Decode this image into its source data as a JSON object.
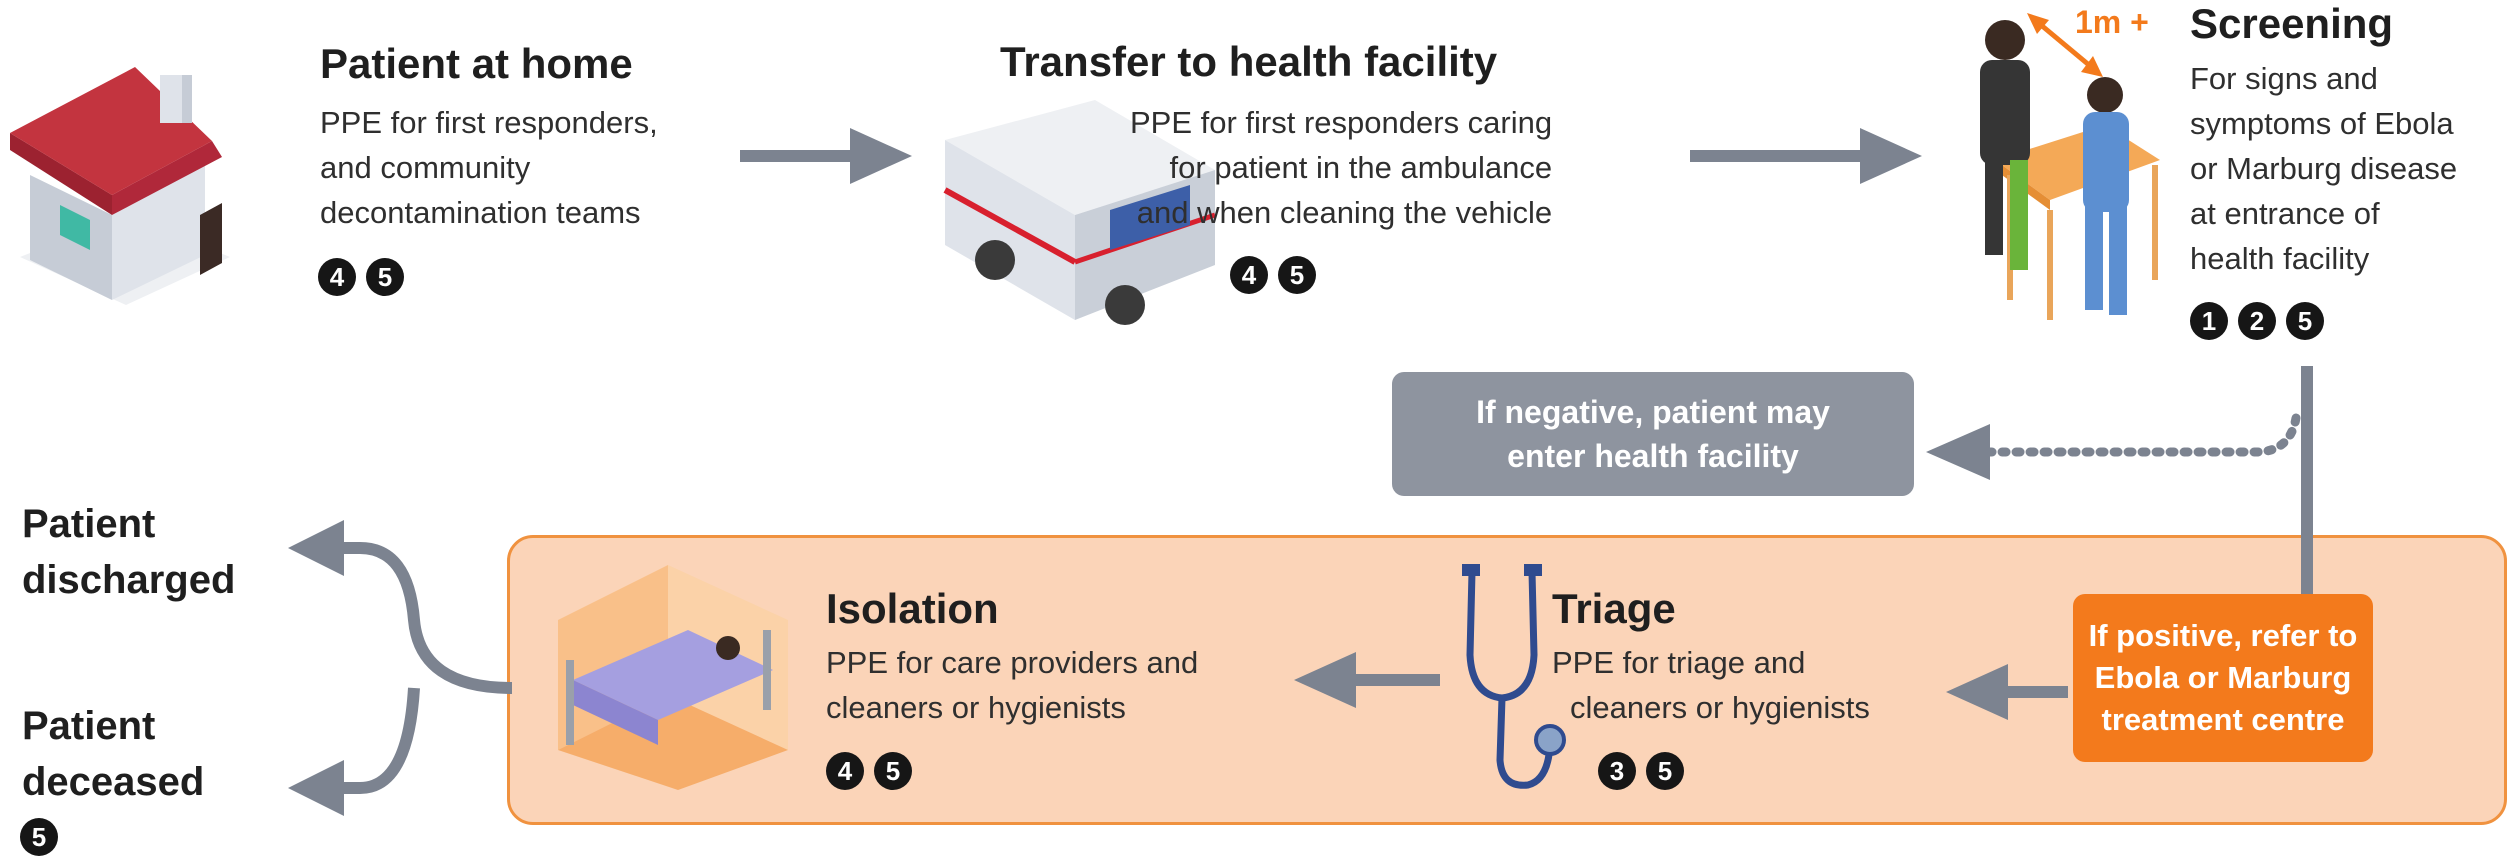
{
  "steps": {
    "home": {
      "title": "Patient at home",
      "lines": [
        "PPE for first responders,",
        "and community",
        "decontamination teams"
      ],
      "badges": [
        "4",
        "5"
      ]
    },
    "transfer": {
      "title": "Transfer to health facility",
      "lines": [
        "PPE for first responders caring",
        "for patient in the ambulance",
        "and when cleaning the vehicle"
      ],
      "badges": [
        "4",
        "5"
      ]
    },
    "screening": {
      "title": "Screening",
      "distance": "1m +",
      "lines": [
        "For signs and",
        "symptoms of Ebola",
        "or Marburg disease",
        "at entrance of",
        "health facility"
      ],
      "badges": [
        "1",
        "2",
        "5"
      ]
    },
    "triage": {
      "title": "Triage",
      "lines": [
        "PPE for triage and",
        "cleaners or hygienists"
      ],
      "badges": [
        "3",
        "5"
      ]
    },
    "isolation": {
      "title": "Isolation",
      "lines": [
        "PPE for care providers and",
        "cleaners or hygienists"
      ],
      "badges": [
        "4",
        "5"
      ]
    }
  },
  "decisions": {
    "negative": [
      "If negative, patient may",
      "enter health facility"
    ],
    "positive": [
      "If positive, refer to",
      "Ebola or Marburg",
      "treatment centre"
    ]
  },
  "outcomes": {
    "discharged": [
      "Patient",
      "discharged"
    ],
    "deceased": [
      "Patient",
      "deceased"
    ],
    "deceased_badge": "5"
  },
  "colors": {
    "arrow": "#7c8390",
    "orange": "#f37a1c",
    "panel": "#fbd4b8",
    "grey_box": "#8e949f",
    "badge": "#161616"
  },
  "icons": [
    "house-icon",
    "ambulance-icon",
    "screening-people-icon",
    "stethoscope-icon",
    "hospital-bed-icon"
  ]
}
